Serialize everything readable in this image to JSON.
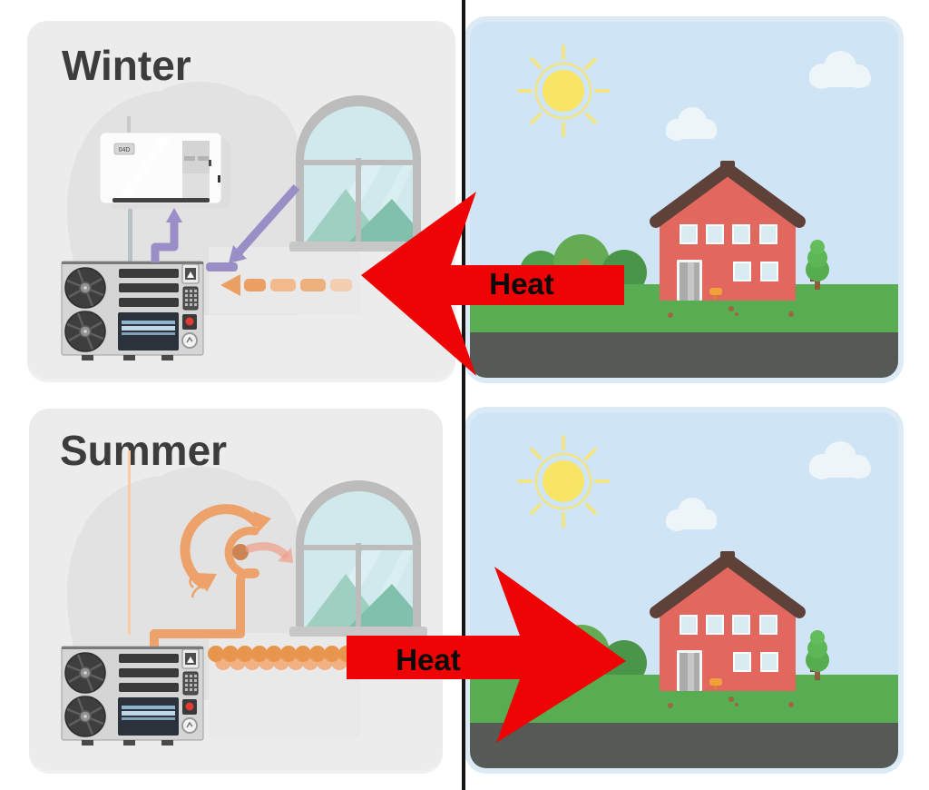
{
  "winter_section": {
    "title": "Winter",
    "heat_arrow_label": "Heat",
    "indoor_unit_badge": "04D",
    "description_elements": [
      "indoor wall unit",
      "outdoor heat-pump unit",
      "arched window",
      "heat flows from outside into house"
    ]
  },
  "summer_section": {
    "title": "Summer",
    "heat_arrow_label": "Heat",
    "description_elements": [
      "outdoor heat-pump unit",
      "arched window",
      "heat flows from house to outside"
    ]
  },
  "palette": {
    "heat_arrow_red": "#ee0404",
    "refrigerant_purple": "#9b8dc5",
    "refrigerant_orange": "#eda26b",
    "panel_gray": "#ececec",
    "blob_gray": "#e2e2e2",
    "sky_blue": "#cfe4f5",
    "sky_halo": "#dceaf6",
    "grass_green": "#58ac52",
    "road_gray": "#555a57",
    "house_red": "#e2675f",
    "roof_brown": "#5e4138",
    "sun_yellow": "#f8e566",
    "divider_black": "#151515"
  }
}
